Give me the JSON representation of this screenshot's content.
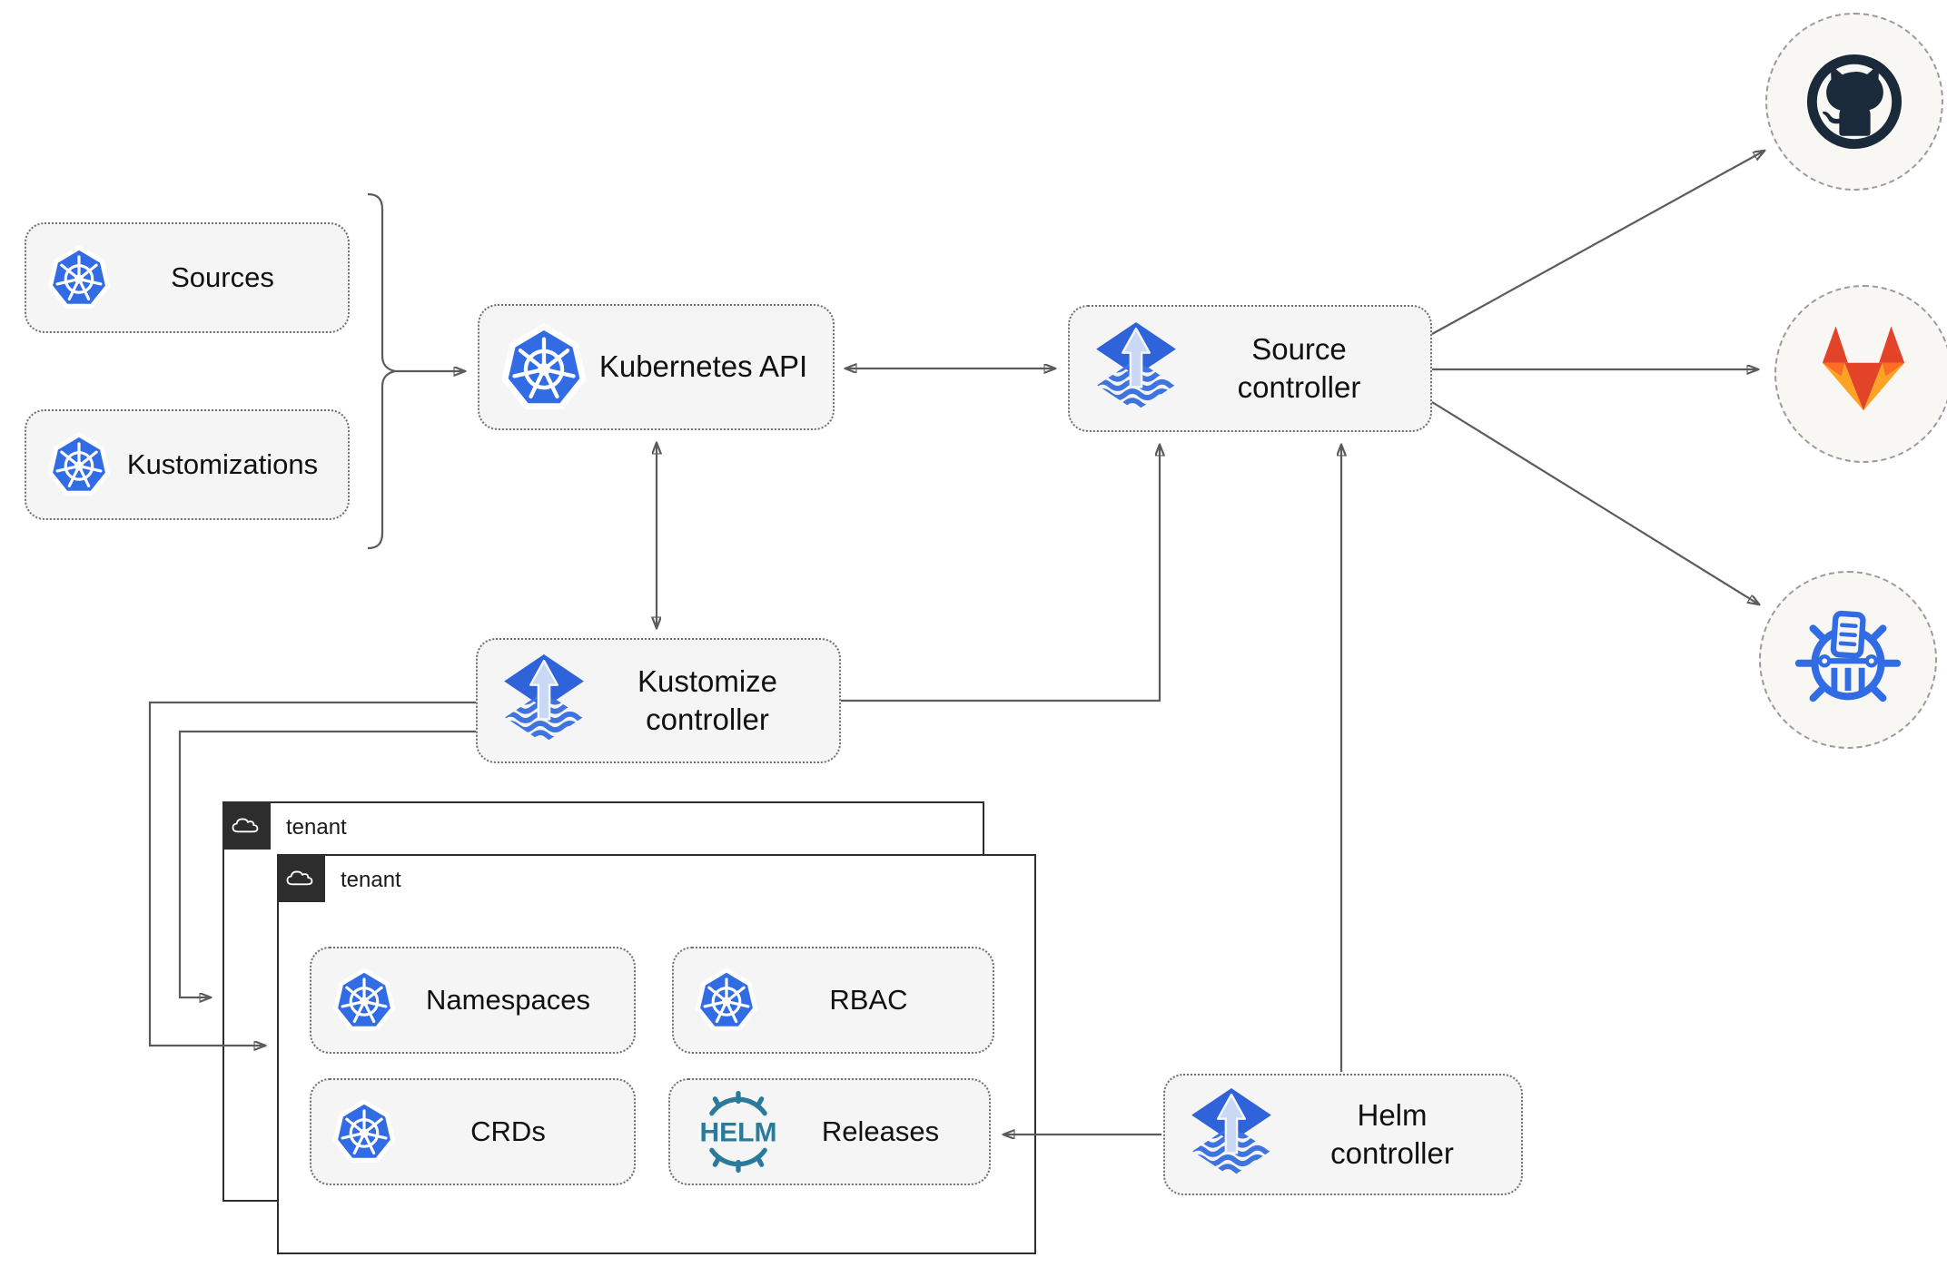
{
  "theme": {
    "canvas_bg": "#ffffff",
    "text_color": "#111111",
    "line_color": "#5b5b5b",
    "node_fill": "#f5f5f5",
    "node_border": "#6f6f6f",
    "tenant_border": "#2d2d2d",
    "circle_fill": "#f8f7f3",
    "circle_border": "#9b9b9b",
    "k8s_blue": "#326ce5",
    "flux_blue": "#2e63d9",
    "flux_wave_blue": "#3f74e0",
    "flux_arrow_light": "#c9d8f4",
    "helm_teal": "#2a7b9b",
    "github_dark": "#1b2a3a",
    "gitlab_red": "#e24329",
    "gitlab_orange": "#fc6d26",
    "gitlab_yellow": "#fca326"
  },
  "nodes": {
    "sources": {
      "label": "Sources"
    },
    "kustomizations": {
      "label": "Kustomizations"
    },
    "kubernetes_api": {
      "label": "Kubernetes API"
    },
    "source_controller": {
      "label": "Source\ncontroller"
    },
    "kustomize_controller": {
      "label": "Kustomize\ncontroller"
    },
    "helm_controller": {
      "label": "Helm\ncontroller"
    },
    "tenant_outer": {
      "label": "tenant"
    },
    "tenant_inner": {
      "label": "tenant"
    },
    "namespaces": {
      "label": "Namespaces"
    },
    "rbac": {
      "label": "RBAC"
    },
    "crds": {
      "label": "CRDs"
    },
    "releases": {
      "label": "Releases"
    }
  },
  "icons": {
    "helm_logo_text": "HELM",
    "kubernetes": "kubernetes-wheel-logo",
    "flux": "flux-gitops-toolkit-logo",
    "helm": "helm-ship-wheel-logo",
    "github": "github-octocat-mark",
    "gitlab": "gitlab-tanuki-mark",
    "chartmuseum": "helm-chart-repository-mark",
    "cloud": "tenant-cloud-glyph"
  },
  "edges": [
    {
      "from": "sources+kustomizations-brace",
      "to": "kubernetes_api",
      "arrow": "end"
    },
    {
      "from": "kubernetes_api",
      "to": "source_controller",
      "arrow": "both"
    },
    {
      "from": "kubernetes_api",
      "to": "kustomize_controller",
      "arrow": "both"
    },
    {
      "from": "kustomize_controller",
      "to": "source_controller",
      "arrow": "end"
    },
    {
      "from": "helm_controller",
      "to": "source_controller",
      "arrow": "end"
    },
    {
      "from": "helm_controller",
      "to": "releases",
      "arrow": "end"
    },
    {
      "from": "kustomize_controller",
      "to": "tenant_inner",
      "arrow": "end"
    },
    {
      "from": "kustomize_controller",
      "to": "tenant_outer",
      "arrow": "end"
    },
    {
      "from": "source_controller",
      "to": "github",
      "arrow": "end"
    },
    {
      "from": "source_controller",
      "to": "gitlab",
      "arrow": "end"
    },
    {
      "from": "source_controller",
      "to": "chartmuseum",
      "arrow": "end"
    }
  ]
}
